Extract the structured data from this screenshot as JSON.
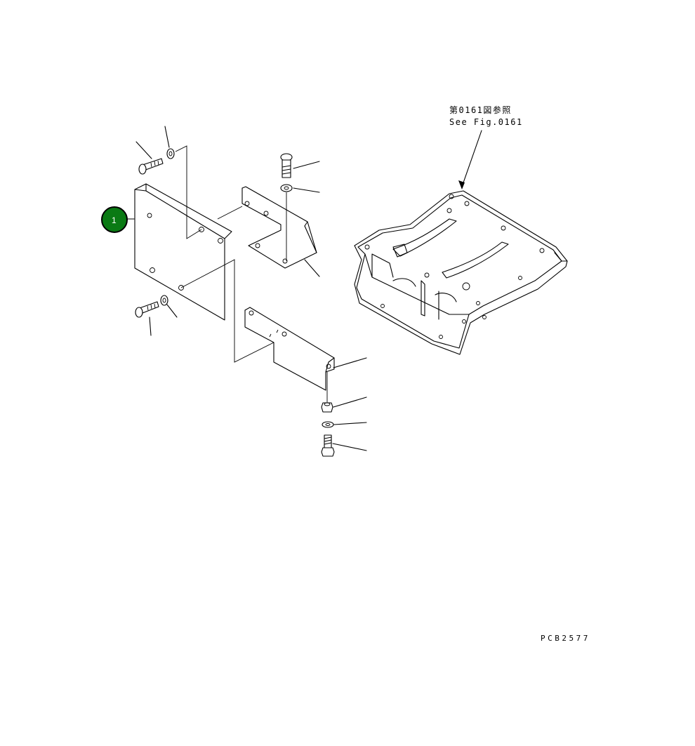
{
  "reference_note": {
    "line1": "第0161図参照",
    "line2": "See Fig.0161"
  },
  "drawing_code": "PCB2577",
  "callouts": [
    {
      "label": "1",
      "color": "#0a7a14"
    }
  ]
}
